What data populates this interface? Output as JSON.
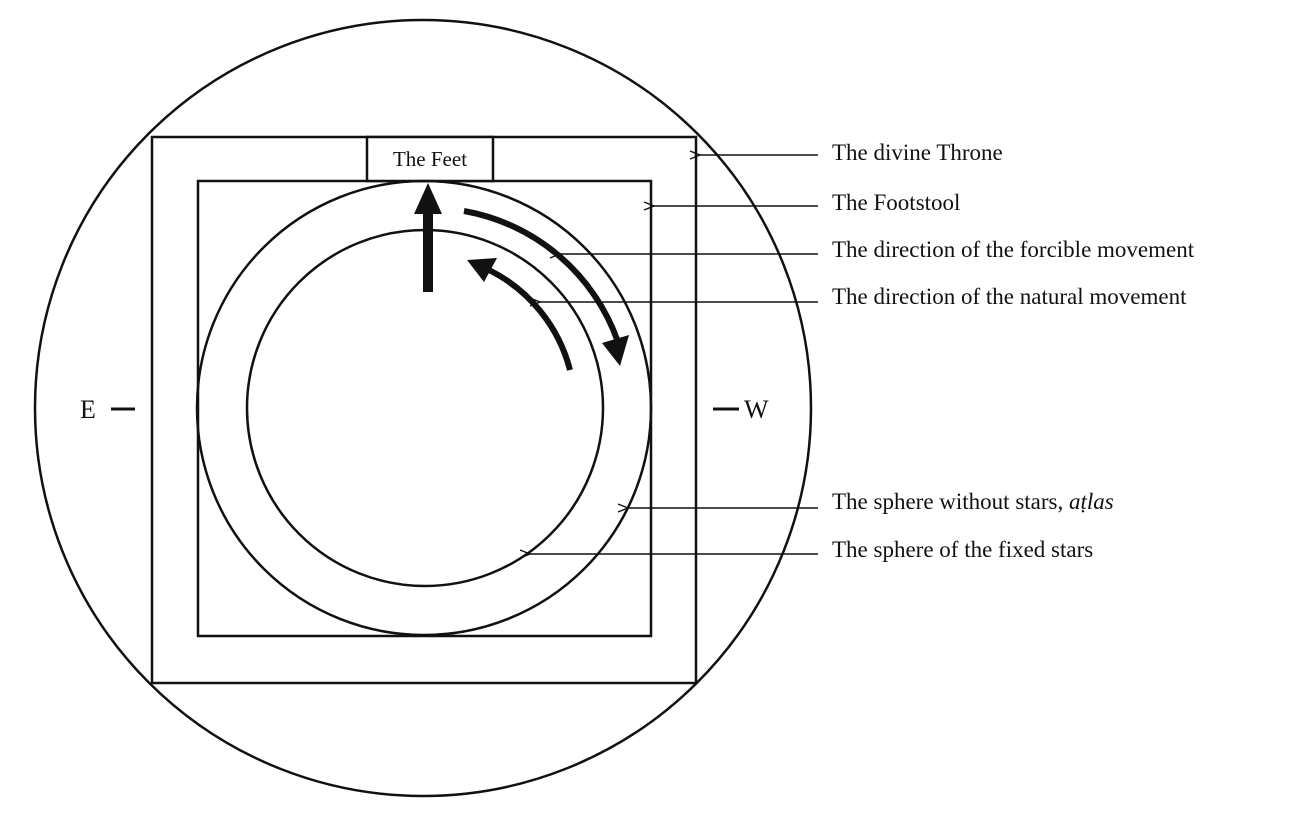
{
  "feet_label": "The Feet",
  "east_label": "E",
  "west_label": "W",
  "labels": {
    "divine_throne": "The divine Throne",
    "footstool": "The Footstool",
    "forcible_movement": "The direction of the forcible movement",
    "natural_movement": "The direction of the natural movement",
    "sphere_without_stars_prefix": "The sphere without stars, ",
    "sphere_without_stars_term": "aṭlas",
    "fixed_stars": "The sphere of the fixed stars"
  },
  "colors": {
    "ink": "#111111",
    "background": "#ffffff"
  }
}
